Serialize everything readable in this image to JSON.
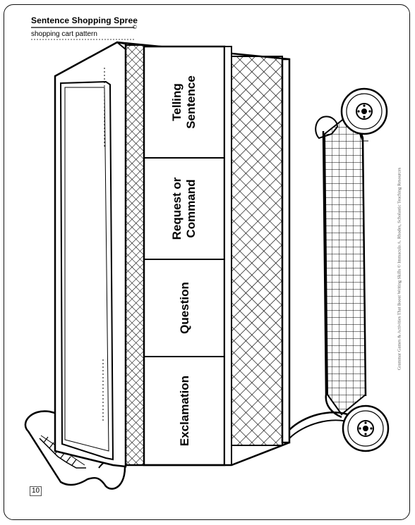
{
  "header": {
    "title": "Sentence Shopping Spree",
    "subtitle": "shopping cart pattern",
    "copyright_mark": "©"
  },
  "cart_labels": [
    {
      "lines": [
        "Telling",
        "Sentence"
      ]
    },
    {
      "lines": [
        "Request or",
        "Command"
      ]
    },
    {
      "lines": [
        "Question"
      ]
    },
    {
      "lines": [
        "Exclamation"
      ]
    }
  ],
  "footer": {
    "page_number": "10",
    "side_credit": "Grammar Games & Activities That Boost Writing Skills © Immacula A. Rhodes, Scholastic Teaching Resources"
  }
}
